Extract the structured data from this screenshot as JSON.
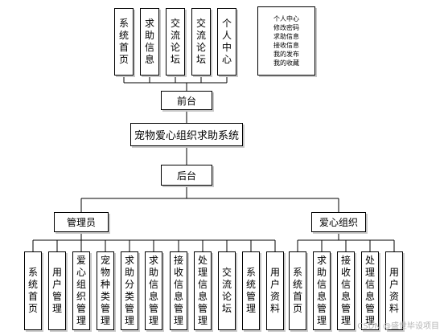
{
  "front_modules": [
    "系统首页",
    "求助信息",
    "交流论坛",
    "交流论坛",
    "个人中心"
  ],
  "personal_center_items": [
    "个人中心",
    "修改密码",
    "求助信息",
    "接收信息",
    "我的发布",
    "我的收藏"
  ],
  "front_label": "前台",
  "system_title": "宠物爱心组织求助系统",
  "back_label": "后台",
  "admin_label": "管理员",
  "org_label": "爱心组织",
  "admin_modules": [
    "系统首页",
    "用户管理",
    "爱心组织管理",
    "宠物种类管理",
    "求助分类管理",
    "求助信息管理",
    "接收信息管理",
    "处理信息管理",
    "交流论坛",
    "系统管理",
    "用户资料"
  ],
  "org_modules": [
    "系统首页",
    "求助信息管理",
    "接收信息管理",
    "处理信息管理",
    "用户资料"
  ],
  "watermark": "CSDN @盛世毕设项目"
}
